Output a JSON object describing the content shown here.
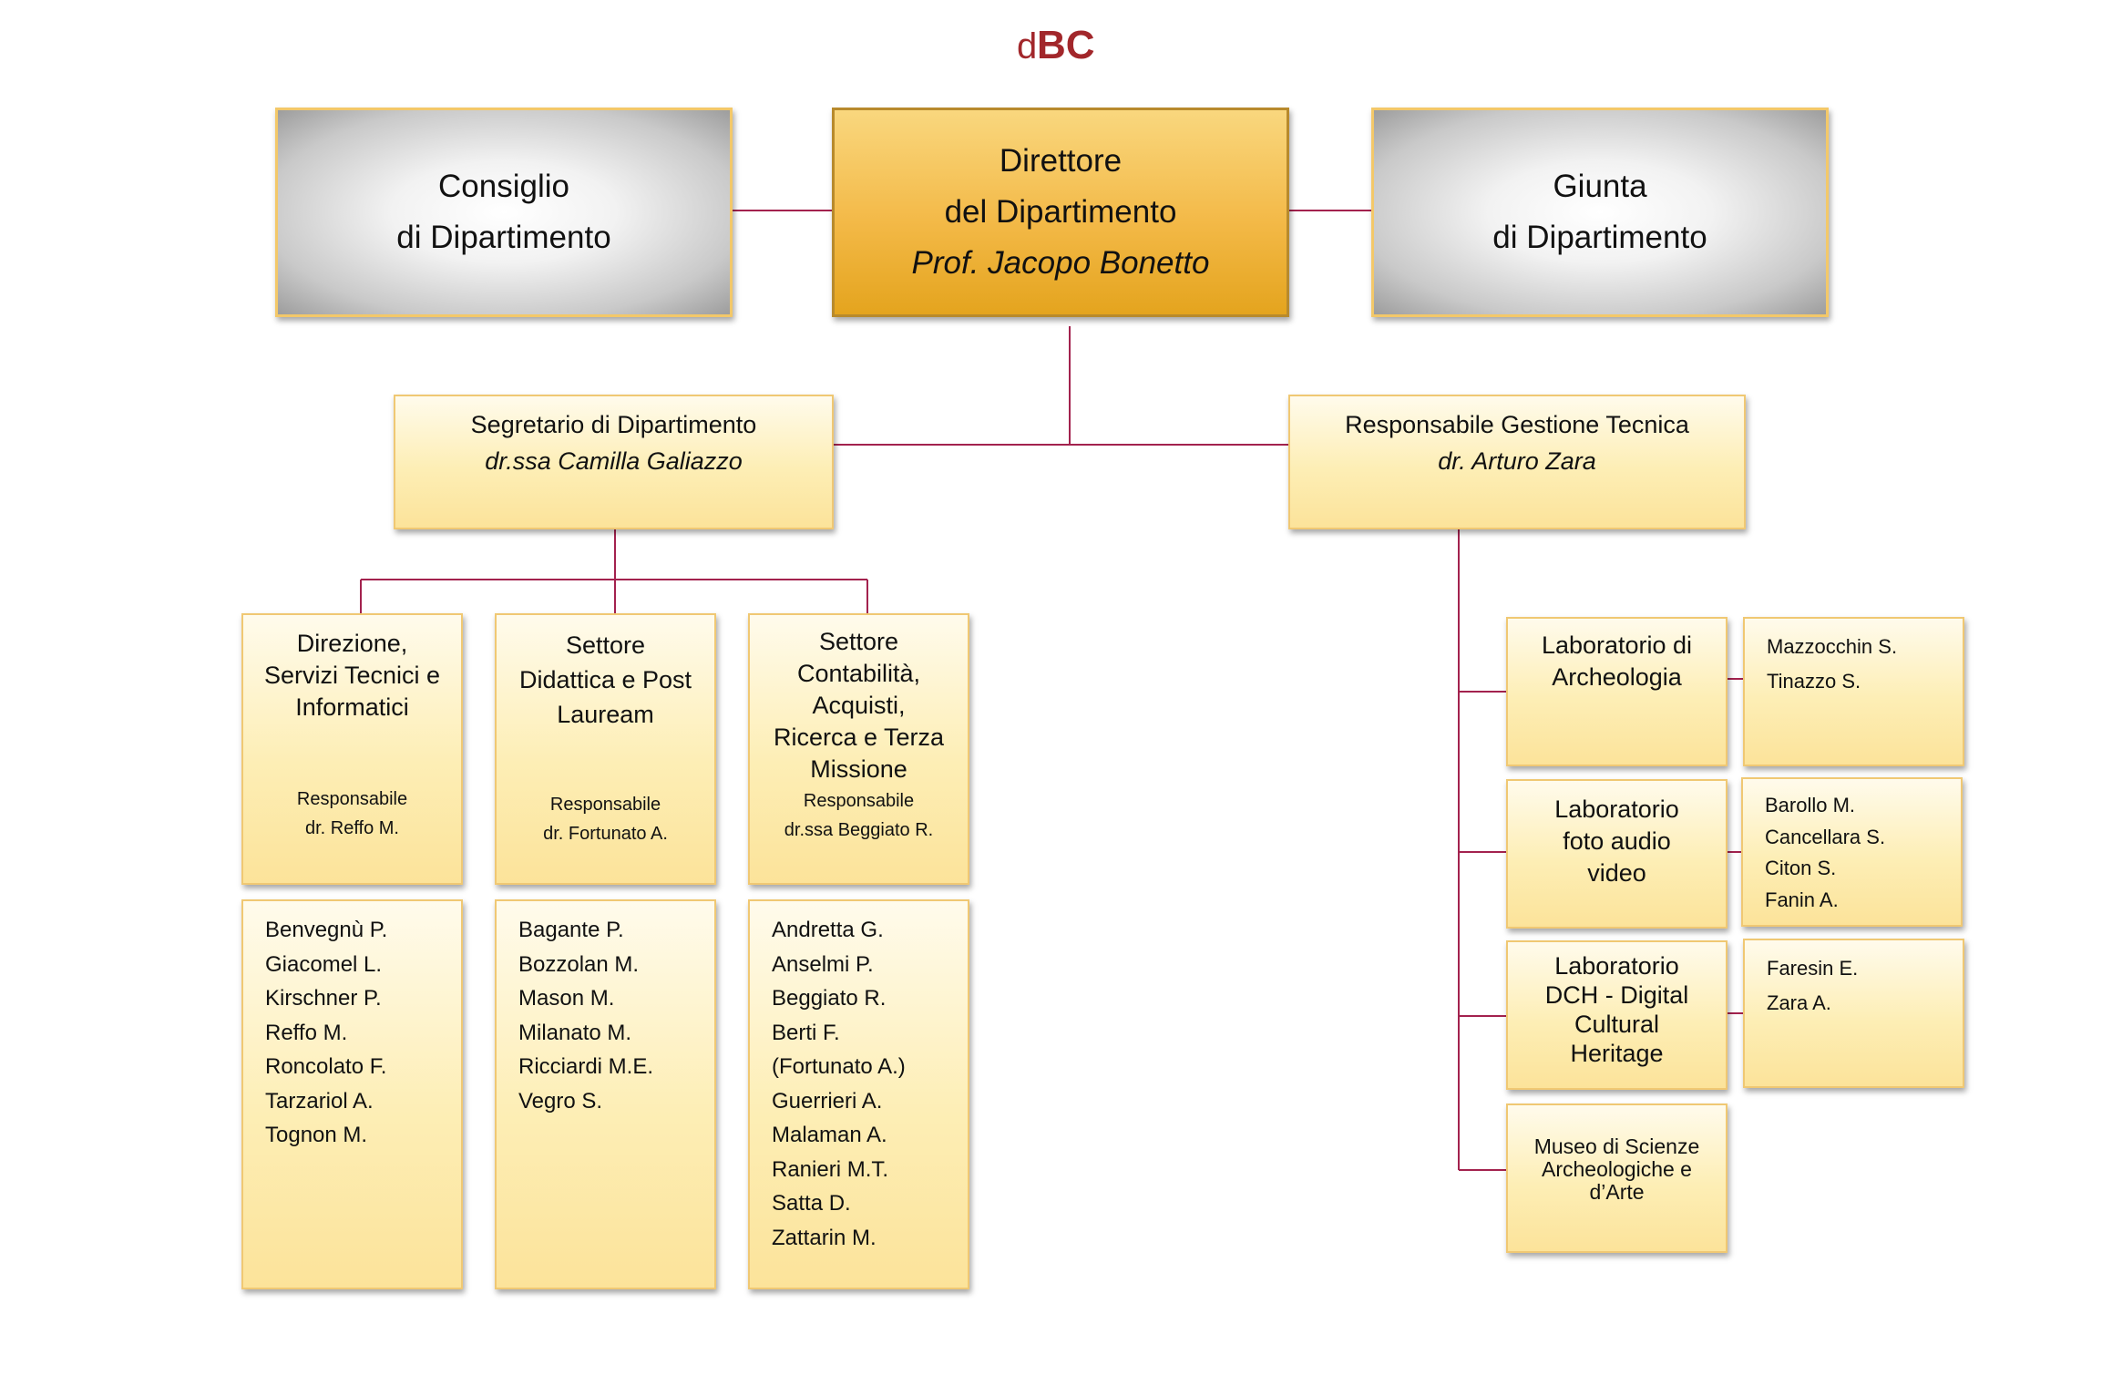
{
  "logo": {
    "text_d": "d",
    "text_bc": "BC",
    "color": "#a2272b"
  },
  "colors": {
    "connector": "#a3224e",
    "gold": "#f3b947",
    "pale": "#fdeeb5"
  },
  "top": {
    "consiglio": [
      "Consiglio",
      "di Dipartimento"
    ],
    "direttore": {
      "lines": [
        "Direttore",
        "del Dipartimento"
      ],
      "name": "Prof. Jacopo Bonetto"
    },
    "giunta": [
      "Giunta",
      "di Dipartimento"
    ]
  },
  "segretario": {
    "title": "Segretario di Dipartimento",
    "name": "dr.ssa Camilla Galiazzo"
  },
  "tecnico": {
    "title": "Responsabile Gestione Tecnica",
    "name": "dr. Arturo Zara"
  },
  "sectors": [
    {
      "title": [
        "Direzione,",
        "Servizi Tecnici e",
        "Informatici"
      ],
      "resp_label": "Responsabile",
      "resp_name": "dr. Reffo M.",
      "staff": [
        "Benvegnù P.",
        "Giacomel L.",
        "Kirschner P.",
        "Reffo M.",
        "Roncolato F.",
        "Tarzariol A.",
        "Tognon M."
      ]
    },
    {
      "title": [
        "Settore",
        "Didattica e Post",
        "Lauream"
      ],
      "resp_label": "Responsabile",
      "resp_name": "dr. Fortunato A.",
      "staff": [
        "Bagante P.",
        "Bozzolan M.",
        "Mason M.",
        "Milanato M.",
        "Ricciardi M.E.",
        "Vegro S."
      ]
    },
    {
      "title": [
        "Settore",
        "Contabilità,",
        "Acquisti,",
        "Ricerca e Terza",
        "Missione"
      ],
      "resp_label": "Responsabile",
      "resp_name": "dr.ssa Beggiato R.",
      "staff": [
        "Andretta G.",
        "Anselmi P.",
        "Beggiato R.",
        "Berti F.",
        "(Fortunato A.)",
        "Guerrieri A.",
        "Malaman A.",
        "Ranieri M.T.",
        "Satta D.",
        "Zattarin M."
      ]
    }
  ],
  "labs": [
    {
      "title": [
        "Laboratorio di",
        "Archeologia"
      ],
      "staff": [
        "Mazzocchin S.",
        "Tinazzo S."
      ]
    },
    {
      "title": [
        "Laboratorio",
        "foto audio",
        "video"
      ],
      "staff": [
        "Barollo M.",
        "Cancellara S.",
        "Citon S.",
        "Fanin A."
      ]
    },
    {
      "title": [
        "Laboratorio",
        "DCH - Digital",
        "Cultural",
        "Heritage"
      ],
      "staff": [
        "Faresin E.",
        "Zara A."
      ]
    }
  ],
  "museo": {
    "title": [
      "Museo di Scienze",
      "Archeologiche e",
      "d’Arte"
    ]
  }
}
